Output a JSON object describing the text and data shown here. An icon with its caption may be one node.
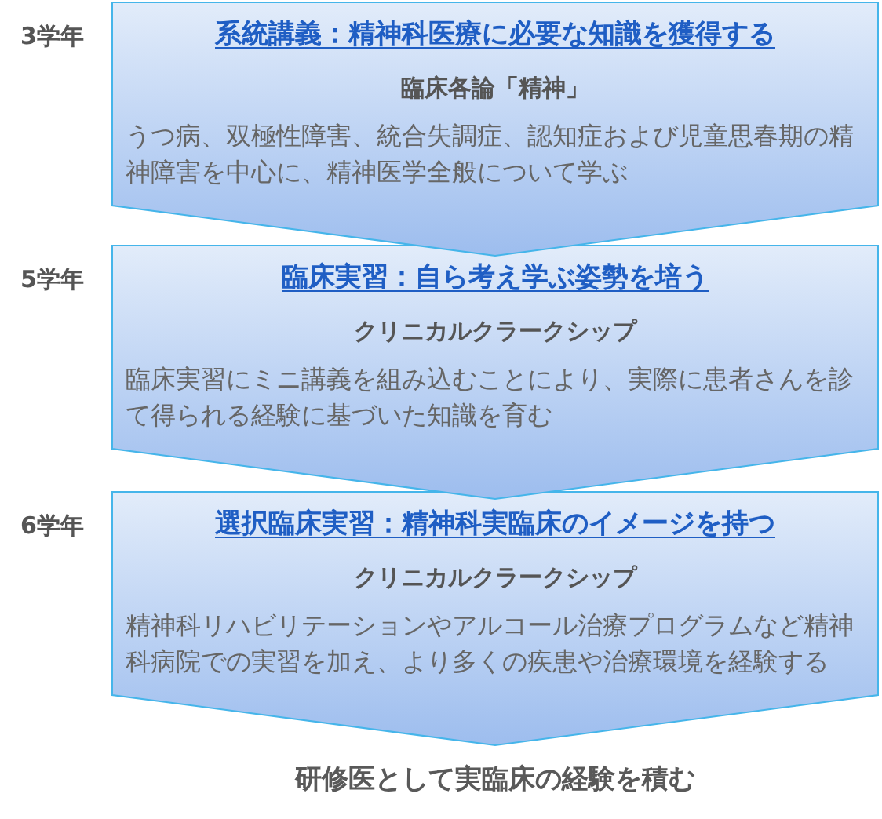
{
  "diagram": {
    "nodes": [
      {
        "text": [
          "系統講義：精神科医療に必要な知識を獲得する",
          "臨床各論「精神」",
          "うつ病、双極性障害、統合失調症、認知症および児童思春期の精神障害を中心に、精神医学全般について学ぶ"
        ],
        "beside": [
          "3学年"
        ]
      },
      {
        "text": [
          "臨床実習：自ら考え学ぶ姿勢を培う",
          "クリニカルクラークシップ",
          "臨床実習にミニ講義を組み込むことにより、実際に患者さんを診て得られる経験に基づいた知識を育む"
        ],
        "beside": [
          "5学年"
        ]
      },
      {
        "text": [
          "選択臨床実習：精神科実臨床のイメージを持つ",
          "クリニカルクラークシップ",
          "精神科リハビリテーションやアルコール治療プログラムなど精神科病院での実習を加え、より多くの疾患や治療環境を経験する"
        ],
        "beside": [
          "6学年"
        ]
      }
    ],
    "labels": [
      "研修医として実臨床の経験を積む"
    ]
  }
}
